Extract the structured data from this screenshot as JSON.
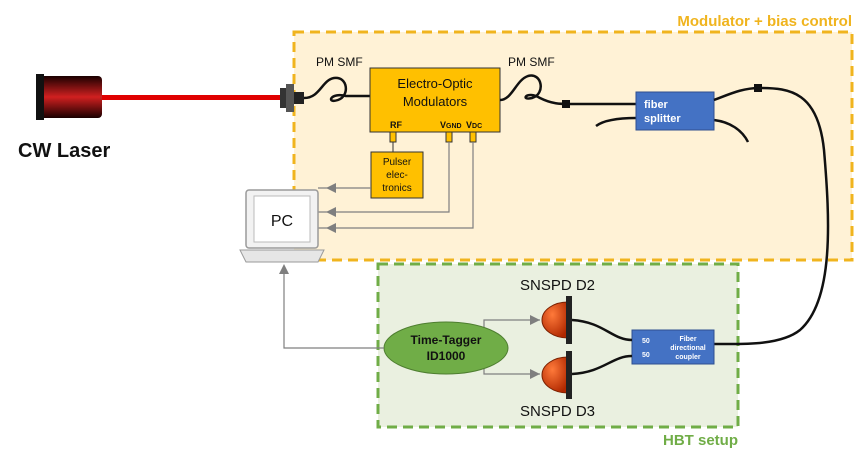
{
  "region_titles": {
    "modulator": "Modulator + bias control",
    "hbt": "HBT setup"
  },
  "laser": {
    "label": "CW Laser"
  },
  "fibers": {
    "pm_smf_1": "PM SMF",
    "pm_smf_2": "PM SMF"
  },
  "eom": {
    "line1": "Electro-Optic",
    "line2": "Modulators",
    "port_rf": "RF",
    "port_vgnd_main": "V",
    "port_vgnd_sub": "GND",
    "port_vdc_main": "V",
    "port_vdc_sub": "DC"
  },
  "pulser": {
    "line1": "Pulser",
    "line2": "elec-",
    "line3": "tronics"
  },
  "pc": {
    "label": "PC"
  },
  "splitter": {
    "line1": "fiber",
    "line2": "splitter"
  },
  "coupler": {
    "port_a": "50",
    "port_b": "50",
    "line1": "Fiber",
    "line2": "directional",
    "line3": "coupler"
  },
  "time_tagger": {
    "line1": "Time-Tagger",
    "line2": "ID1000"
  },
  "detectors": {
    "d2": "SNSPD D2",
    "d3": "SNSPD D3"
  },
  "colors": {
    "modulator_region_fill": "#FFF2D6",
    "modulator_region_border": "#F0B41E",
    "hbt_region_fill": "#EAF0E0",
    "hbt_region_border": "#70AD47",
    "eom_fill": "#FFC000",
    "splitter_fill": "#4472C4",
    "tagger_fill": "#70AD47",
    "laser_beam": "#E00000",
    "detector_fill": "#D93A00"
  }
}
